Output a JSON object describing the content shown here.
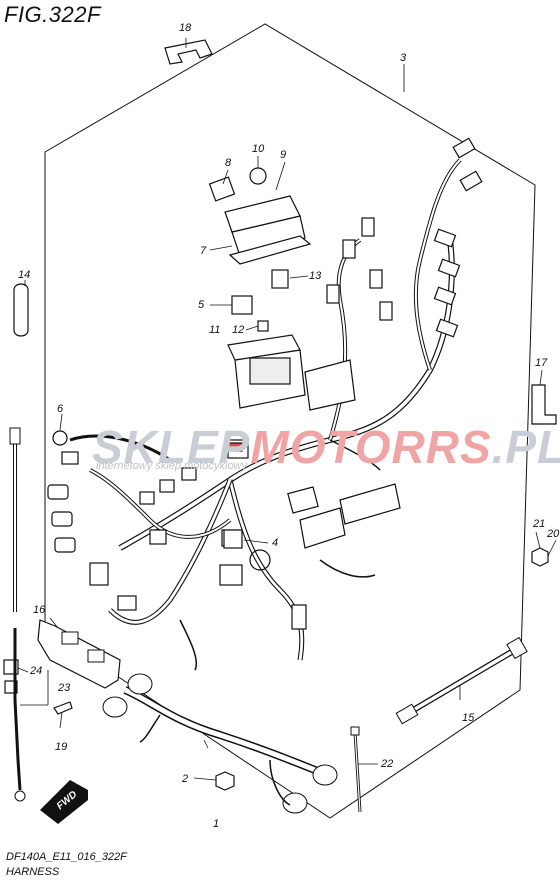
{
  "figure": {
    "title": "FIG.322F",
    "code": "DF140A_E11_016_322F",
    "caption": "HARNESS"
  },
  "watermark": {
    "brand_part1": "SKLEP",
    "brand_part2": "MOTO",
    "brand_part3": "RRS",
    "brand_tld": ".PL",
    "tagline": "internetowy sklep motocyklowy"
  },
  "orientation": {
    "badge": "FWD"
  },
  "callouts": [
    "1",
    "2",
    "3",
    "4",
    "5",
    "6",
    "7",
    "8",
    "9",
    "10",
    "11",
    "12",
    "13",
    "14",
    "15",
    "16",
    "17",
    "18",
    "19",
    "20",
    "21",
    "22",
    "23",
    "24"
  ],
  "colors": {
    "ink": "#111111",
    "watermark_grey": "#c9cdd6",
    "watermark_red": "#f1a4a4"
  }
}
